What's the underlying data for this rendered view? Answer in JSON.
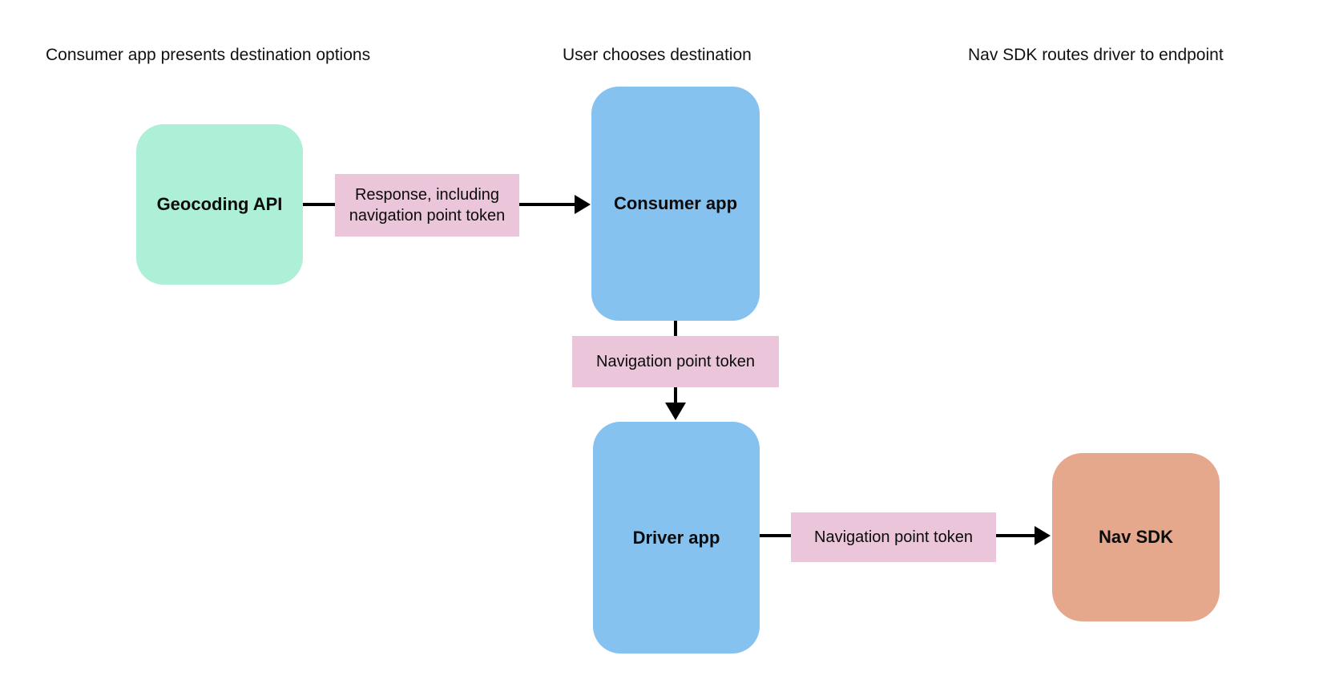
{
  "diagram": {
    "background": "#ffffff",
    "headings": [
      {
        "text": "Consumer app presents destination options"
      },
      {
        "text": "User chooses destination"
      },
      {
        "text": "Nav SDK routes driver to endpoint"
      }
    ],
    "nodes": [
      {
        "id": "geocoding-api",
        "label": "Geocoding API",
        "fill": "#aeefd8"
      },
      {
        "id": "consumer-app",
        "label": "Consumer app",
        "fill": "#85c2f0"
      },
      {
        "id": "driver-app",
        "label": "Driver app",
        "fill": "#85c2f0"
      },
      {
        "id": "nav-sdk",
        "label": "Nav SDK",
        "fill": "#e6a88c"
      }
    ],
    "edges": [
      {
        "from": "Geocoding API",
        "to": "Consumer app",
        "label": "Response, including navigation point token",
        "fill": "#ebc6da"
      },
      {
        "from": "Consumer app",
        "to": "Driver app",
        "label": "Navigation point token",
        "fill": "#ebc6da"
      },
      {
        "from": "Driver app",
        "to": "Nav SDK",
        "label": "Navigation point token",
        "fill": "#ebc6da"
      }
    ],
    "colors": {
      "arrow": "#000000",
      "text": "#111111",
      "node_green": "#aeefd8",
      "node_blue": "#85c2f0",
      "node_orange": "#e6a88c",
      "edge_label_pink": "#ebc6da"
    }
  }
}
